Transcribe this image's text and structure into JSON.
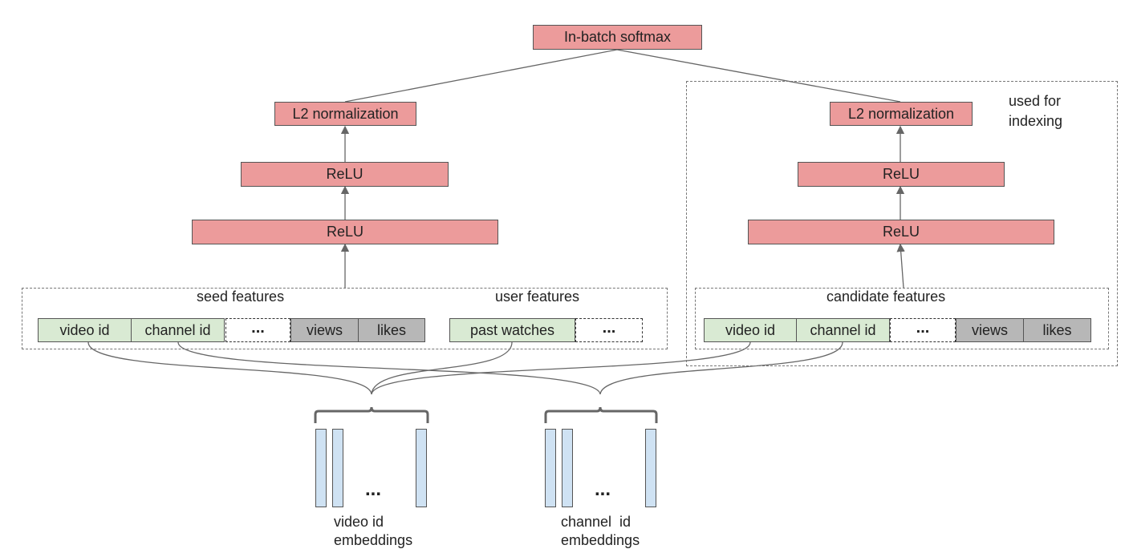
{
  "top": {
    "softmax": "In-batch softmax"
  },
  "left_tower": {
    "norm": "L2 normalization",
    "relu_upper": "ReLU",
    "relu_lower": "ReLU",
    "seed_label": "seed features",
    "user_label": "user features",
    "cells": {
      "video_id": "video id",
      "channel_id": "channel id",
      "ellipsis1": "...",
      "views": "views",
      "likes": "likes",
      "past_watches": "past watches",
      "ellipsis2": "..."
    }
  },
  "right_tower": {
    "indexing_note": "used for indexing",
    "norm": "L2 normalization",
    "relu_upper": "ReLU",
    "relu_lower": "ReLU",
    "candidate_label": "candidate features",
    "cells": {
      "video_id": "video id",
      "channel_id": "channel id",
      "ellipsis": "...",
      "views": "views",
      "likes": "likes"
    }
  },
  "embeddings": {
    "video": {
      "label_line1": "video id",
      "label_line2": "embeddings",
      "ellipsis": "..."
    },
    "channel": {
      "label_line1": "channel  id",
      "label_line2": "embeddings",
      "ellipsis": "..."
    }
  },
  "colors": {
    "layer": "#ec9b9b",
    "id_feature": "#d9ead3",
    "count_feature": "#b7b7b7",
    "embedding": "#cfe2f3"
  }
}
